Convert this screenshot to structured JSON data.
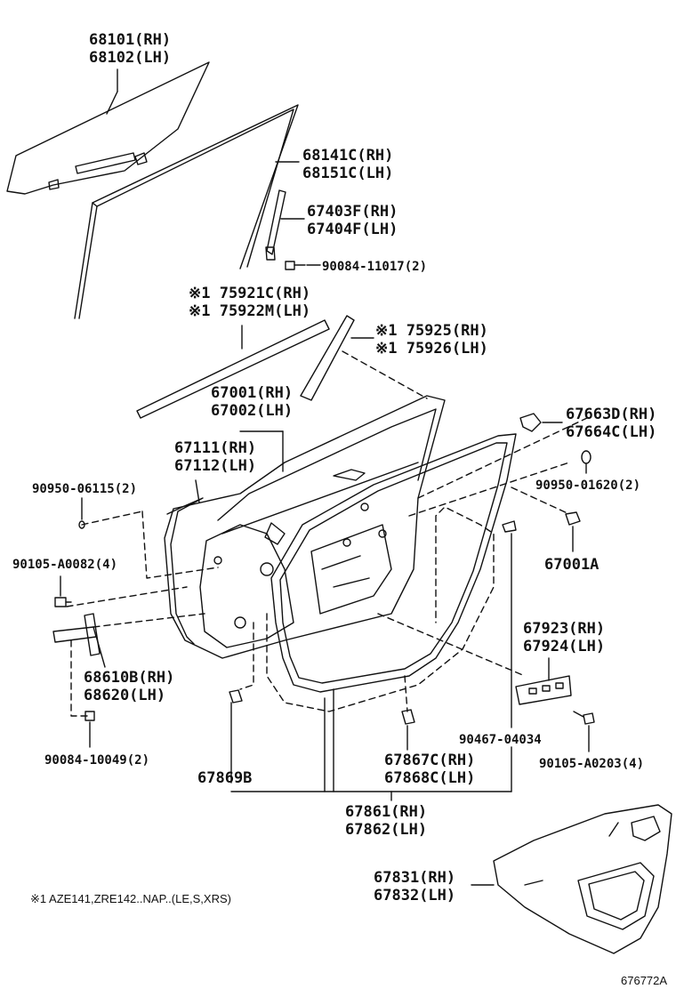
{
  "labels": {
    "p68101": "68101(RH)",
    "p68102": "68102(LH)",
    "p68141c": "68141C(RH)",
    "p68151c": "68151C(LH)",
    "p67403f": "67403F(RH)",
    "p67404f": "67404F(LH)",
    "p90084_11017": "90084-11017(2)",
    "p75921c": "※1 75921C(RH)",
    "p75922m": "※1 75922M(LH)",
    "p75925": "※1 75925(RH)",
    "p75926": "※1 75926(LH)",
    "p67001": "67001(RH)",
    "p67002": "67002(LH)",
    "p67663d": "67663D(RH)",
    "p67664c": "67664C(LH)",
    "p67111": "67111(RH)",
    "p67112": "67112(LH)",
    "p90950_06115": "90950-06115(2)",
    "p90950_01620": "90950-01620(2)",
    "p90105_a0082": "90105-A0082(4)",
    "p67001a": "67001A",
    "p67923": "67923(RH)",
    "p67924": "67924(LH)",
    "p68610b": "68610B(RH)",
    "p68620": "68620(LH)",
    "p90467_04034": "90467-04034",
    "p90084_10049": "90084-10049(2)",
    "p90105_a0203": "90105-A0203(4)",
    "p67867c": "67867C(RH)",
    "p67868c": "67868C(LH)",
    "p67869b": "67869B",
    "p67861": "67861(RH)",
    "p67862": "67862(LH)",
    "p67831": "67831(RH)",
    "p67832": "67832(LH)"
  },
  "footnote": "※1 AZE141,ZRE142..NAP..(LE,S,XRS)",
  "diagram_code": "676772A",
  "colors": {
    "line": "#111111",
    "background": "#ffffff"
  }
}
